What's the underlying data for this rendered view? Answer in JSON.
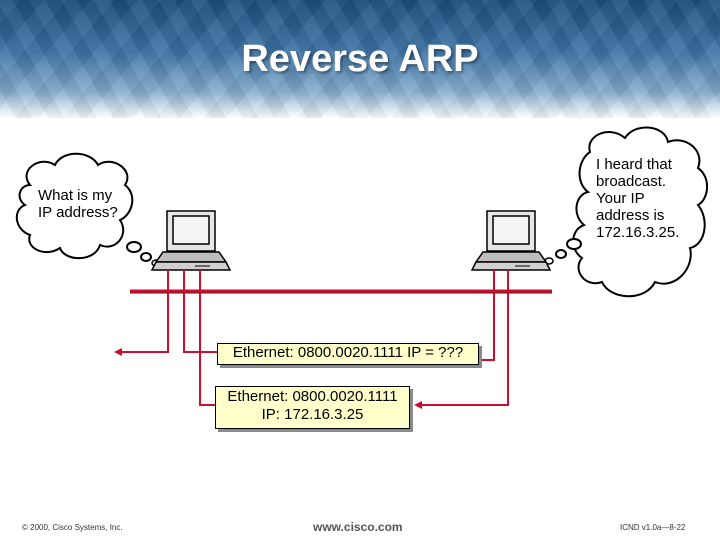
{
  "slide": {
    "title": "Reverse ARP"
  },
  "bubbles": {
    "left_text": "What is my IP address?",
    "right_text": "I heard that broadcast. Your IP address is 172.16.3.25."
  },
  "frames": {
    "request": "Ethernet: 0800.0020.1111 IP = ???",
    "reply_line1": "Ethernet: 0800.0020.1111",
    "reply_line2": "IP: 172.16.3.25"
  },
  "footer": {
    "copyright": "© 2000, Cisco Systems, Inc.",
    "website": "www.cisco.com",
    "course_page": "ICND v1.0a—8-22"
  },
  "colors": {
    "network_line": "#c8102e",
    "frame_fill": "#ffffcc",
    "header_top": "#1d4f7f"
  },
  "icons": [
    "workstation-icon",
    "thought-bubble-icon",
    "arrow-icon"
  ]
}
